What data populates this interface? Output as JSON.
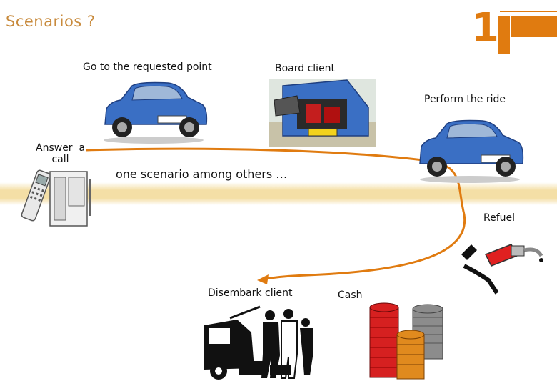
{
  "slide": {
    "title": "Scenarios ?",
    "logo_number": "1"
  },
  "steps": {
    "answer_line1": "Answer  a",
    "answer_line2": "call",
    "goto": "Go to the requested point",
    "board": "Board client",
    "ride": "Perform the ride",
    "refuel": "Refuel",
    "cash": "Cash",
    "disembark": "Disembark client"
  },
  "caption": "one scenario among others …",
  "colors": {
    "accent": "#e07b10",
    "title": "#c88a3c",
    "band": "#f4dfa6",
    "car_blue": "#3a6fc4",
    "arrow": "#e07b10"
  },
  "icons": [
    "phone-icon",
    "car-icon",
    "open-trunk-car-icon",
    "fuel-nozzle-icon",
    "coin-stacks-icon",
    "disembark-silhouette-icon"
  ]
}
